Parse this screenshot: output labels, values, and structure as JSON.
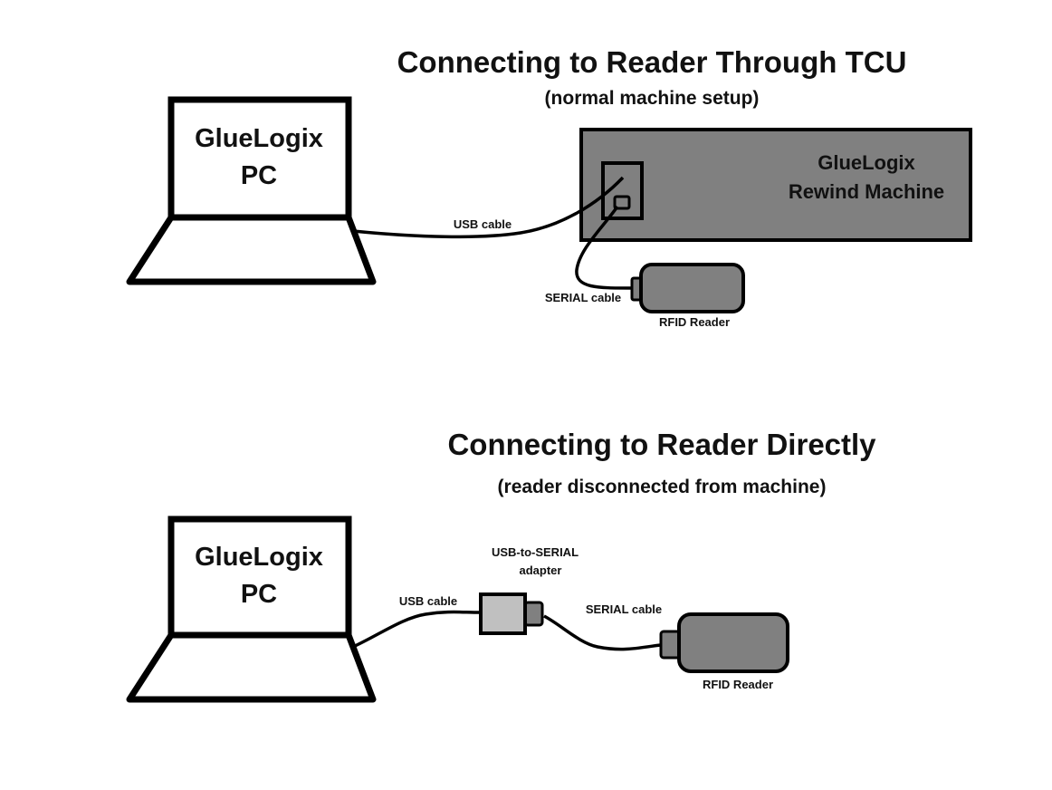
{
  "diagram1": {
    "title": "Connecting to Reader Through TCU",
    "subtitle": "(normal machine setup)",
    "pc_label_line1": "GlueLogix",
    "pc_label_line2": "PC",
    "usb_cable_label": "USB cable",
    "machine_label_line1": "GlueLogix",
    "machine_label_line2": "Rewind Machine",
    "serial_cable_label": "SERIAL cable",
    "reader_label": "RFID Reader"
  },
  "diagram2": {
    "title": "Connecting to Reader Directly",
    "subtitle": "(reader disconnected from machine)",
    "pc_label_line1": "GlueLogix",
    "pc_label_line2": "PC",
    "usb_cable_label": "USB cable",
    "adapter_label_line1": "USB-to-SERIAL",
    "adapter_label_line2": "adapter",
    "serial_cable_label": "SERIAL cable",
    "reader_label": "RFID Reader"
  },
  "colors": {
    "stroke": "#000000",
    "machine_fill": "#808080",
    "reader_fill": "#808080",
    "adapter_fill": "#c0c0c0",
    "adapter_plug_fill": "#808080"
  }
}
